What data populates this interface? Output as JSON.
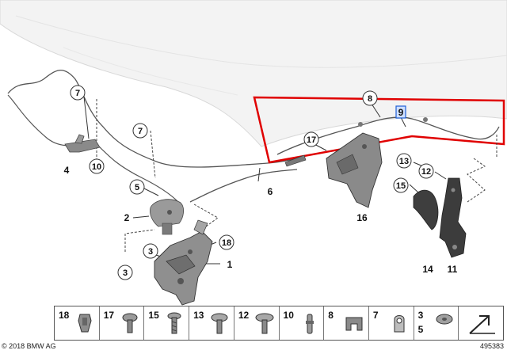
{
  "callouts": {
    "c1": "1",
    "c2": "2",
    "c3a": "3",
    "c3b": "3",
    "c4": "4",
    "c5": "5",
    "c6": "6",
    "c7a": "7",
    "c7b": "7",
    "c8": "8",
    "c9": "9",
    "c10": "10",
    "c11": "11",
    "c12": "12",
    "c13": "13",
    "c14": "14",
    "c15": "15",
    "c16": "16",
    "c17": "17",
    "c18": "18"
  },
  "parts_bar": {
    "cells": [
      "18",
      "17",
      "15",
      "13",
      "12",
      "10",
      "8",
      "7",
      "3",
      "5",
      ""
    ]
  },
  "footer": {
    "copyright": "© 2018 BMW AG",
    "diagram_number": "495383"
  },
  "colors": {
    "highlight": "#e00000",
    "label_box": "#1f5fd6",
    "hood": "#f4f4f4",
    "line": "#555555"
  },
  "icons": {
    "last_cell": "arrow-icon"
  }
}
